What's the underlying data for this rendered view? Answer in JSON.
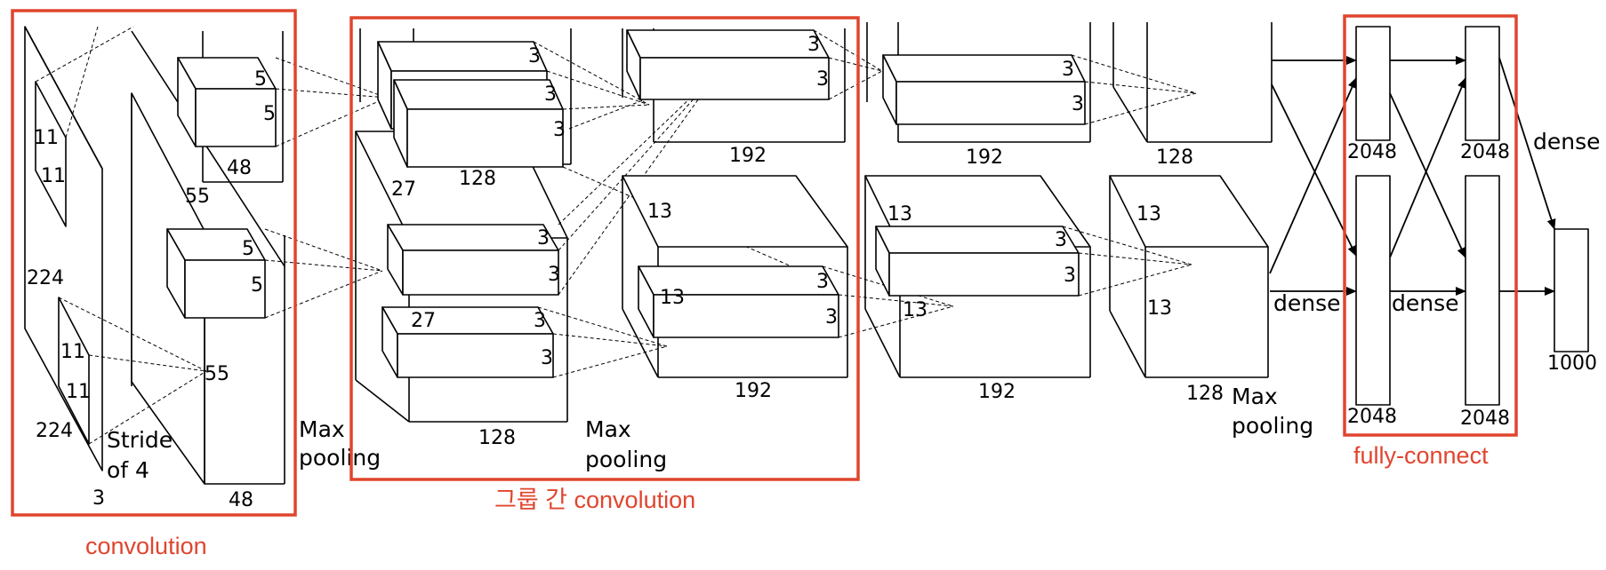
{
  "layer1": {
    "input_size_h": "224",
    "input_size_w": "224",
    "input_depth": "3",
    "kernel_a": "11",
    "kernel_b": "11",
    "kernel_c": "11",
    "kernel_d": "11",
    "stride": "Stride",
    "stride_value": "of 4",
    "conv_size_a": "55",
    "conv_size_b": "55",
    "kernel5_a": "5",
    "kernel5_b": "5",
    "kernel5_c": "5",
    "kernel5_d": "5",
    "depth_top": "48",
    "depth_bottom": "48",
    "pool_max": "Max",
    "pool_pooling": "pooling"
  },
  "layer2": {
    "size_27_a": "27",
    "size_27_b": "27",
    "k3_a": "3",
    "k3_b": "3",
    "k3_c": "3",
    "k3_d": "3",
    "k3_e": "3",
    "k3_f": "3",
    "k3_g": "3",
    "depth_top": "128",
    "depth_bottom": "128",
    "pool_max": "Max",
    "pool_pooling": "pooling"
  },
  "layer3": {
    "k3_a": "3",
    "k3_b": "3",
    "k3_c": "3",
    "k3_d": "3",
    "size_13_a": "13",
    "size_13_b": "13",
    "depth_top": "192",
    "depth_bottom": "192"
  },
  "layer4": {
    "k3_a": "3",
    "k3_b": "3",
    "k3_c": "3",
    "k3_d": "3",
    "size_13_a": "13",
    "size_13_b": "13",
    "depth_top": "192",
    "depth_bottom": "192"
  },
  "layer5": {
    "size_13_a": "13",
    "size_13_b": "13",
    "depth_top": "128",
    "depth_bottom": "128",
    "pool_max": "Max",
    "pool_pooling": "pooling"
  },
  "dense": {
    "dense_a": "dense",
    "dense_b": "dense",
    "dense_c": "dense",
    "fc1_top": "2048",
    "fc1_bottom": "2048",
    "fc2_top": "2048",
    "fc2_bottom": "2048",
    "output": "1000"
  },
  "annotations": {
    "convolution": "convolution",
    "group_convolution": "그룹 간 convolution",
    "fully_connect": "fully-connect"
  },
  "colors": {
    "annotation": "#e0452e",
    "line": "#000000",
    "background": "#ffffff"
  }
}
